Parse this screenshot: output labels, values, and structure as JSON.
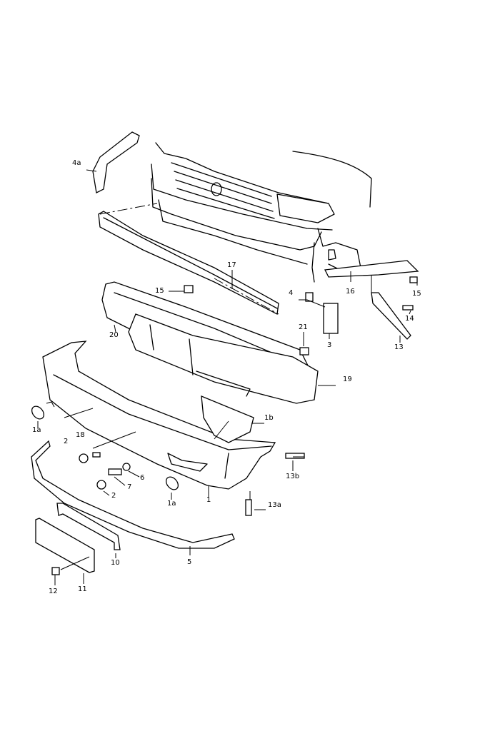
{
  "diagram": {
    "callouts": [
      {
        "id": "c4a",
        "text": "4a"
      },
      {
        "id": "c17",
        "text": "17"
      },
      {
        "id": "c15a",
        "text": "15"
      },
      {
        "id": "c4",
        "text": "4"
      },
      {
        "id": "c16",
        "text": "16"
      },
      {
        "id": "c15b",
        "text": "15"
      },
      {
        "id": "c14",
        "text": "14"
      },
      {
        "id": "c21",
        "text": "21"
      },
      {
        "id": "c3",
        "text": "3"
      },
      {
        "id": "c13",
        "text": "13"
      },
      {
        "id": "c20",
        "text": "20"
      },
      {
        "id": "c19",
        "text": "19"
      },
      {
        "id": "c1b",
        "text": "1b"
      },
      {
        "id": "c1aL",
        "text": "1a"
      },
      {
        "id": "c18",
        "text": "18"
      },
      {
        "id": "c2a",
        "text": "2"
      },
      {
        "id": "c13b",
        "text": "13b"
      },
      {
        "id": "c6",
        "text": "6"
      },
      {
        "id": "c7",
        "text": "7"
      },
      {
        "id": "c2b",
        "text": "2"
      },
      {
        "id": "c1aR",
        "text": "1a"
      },
      {
        "id": "c1",
        "text": "1"
      },
      {
        "id": "c13a",
        "text": "13a"
      },
      {
        "id": "c5",
        "text": "5"
      },
      {
        "id": "c10",
        "text": "10"
      },
      {
        "id": "c11",
        "text": "11"
      },
      {
        "id": "c12",
        "text": "12"
      }
    ]
  }
}
